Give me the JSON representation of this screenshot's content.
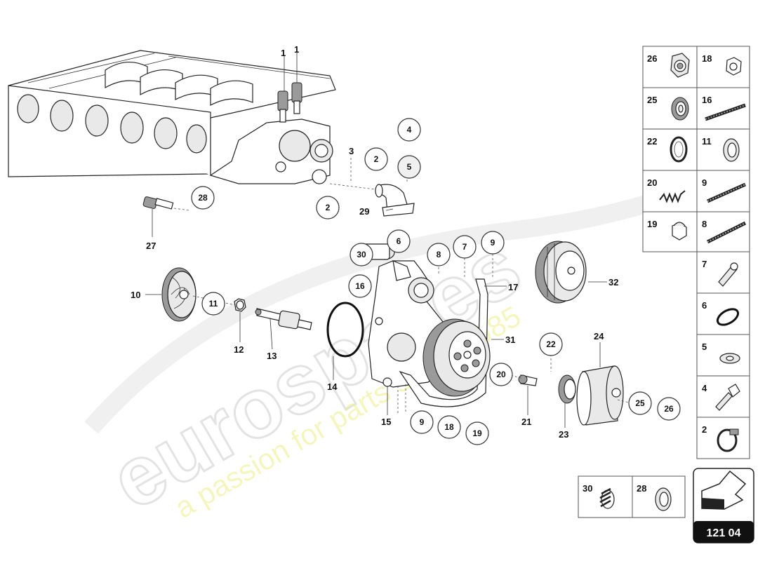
{
  "watermark": {
    "brand": "eurospares",
    "tagline": "a passion for parts since 1985"
  },
  "diagram_number": "121 04",
  "callouts_plain": [
    {
      "id": "lbl-1a",
      "text": "1"
    },
    {
      "id": "lbl-1b",
      "text": "1"
    },
    {
      "id": "lbl-3",
      "text": "3"
    },
    {
      "id": "lbl-27",
      "text": "27"
    },
    {
      "id": "lbl-29",
      "text": "29"
    },
    {
      "id": "lbl-10",
      "text": "10"
    },
    {
      "id": "lbl-12",
      "text": "12"
    },
    {
      "id": "lbl-13",
      "text": "13"
    },
    {
      "id": "lbl-14",
      "text": "14"
    },
    {
      "id": "lbl-15",
      "text": "15"
    },
    {
      "id": "lbl-17",
      "text": "17"
    },
    {
      "id": "lbl-31",
      "text": "31"
    },
    {
      "id": "lbl-32",
      "text": "32"
    },
    {
      "id": "lbl-24",
      "text": "24"
    },
    {
      "id": "lbl-21",
      "text": "21"
    },
    {
      "id": "lbl-23",
      "text": "23"
    }
  ],
  "callouts_circled": [
    {
      "id": "c-28",
      "text": "28"
    },
    {
      "id": "c-2a",
      "text": "2"
    },
    {
      "id": "c-2b",
      "text": "2"
    },
    {
      "id": "c-4",
      "text": "4"
    },
    {
      "id": "c-5",
      "text": "5"
    },
    {
      "id": "c-6",
      "text": "6"
    },
    {
      "id": "c-30",
      "text": "30"
    },
    {
      "id": "c-16",
      "text": "16"
    },
    {
      "id": "c-8",
      "text": "8"
    },
    {
      "id": "c-7",
      "text": "7"
    },
    {
      "id": "c-9a",
      "text": "9"
    },
    {
      "id": "c-11",
      "text": "11"
    },
    {
      "id": "c-22",
      "text": "22"
    },
    {
      "id": "c-20",
      "text": "20"
    },
    {
      "id": "c-25",
      "text": "25"
    },
    {
      "id": "c-26",
      "text": "26"
    },
    {
      "id": "c-9b",
      "text": "9"
    },
    {
      "id": "c-18",
      "text": "18"
    },
    {
      "id": "c-19",
      "text": "19"
    }
  ],
  "parts_table": [
    {
      "num": "26",
      "icon": "hex-nut-icon"
    },
    {
      "num": "18",
      "icon": "thin-nut-icon"
    },
    {
      "num": "25",
      "icon": "bearing-icon"
    },
    {
      "num": "16",
      "icon": "stud-icon"
    },
    {
      "num": "22",
      "icon": "circlip-icon"
    },
    {
      "num": "11",
      "icon": "washer-ring-icon"
    },
    {
      "num": "20",
      "icon": "spring-icon"
    },
    {
      "num": "9",
      "icon": "threaded-rod-icon"
    },
    {
      "num": "19",
      "icon": "cap-nut-icon"
    },
    {
      "num": "8",
      "icon": "long-stud-icon"
    },
    {
      "num": "7",
      "icon": "bolt-icon"
    },
    {
      "num": "6",
      "icon": "o-ring-icon"
    },
    {
      "num": "5",
      "icon": "flat-washer-icon"
    },
    {
      "num": "4",
      "icon": "cap-screw-icon"
    },
    {
      "num": "2",
      "icon": "hose-clamp-icon"
    }
  ],
  "bottom_table": [
    {
      "num": "30",
      "icon": "coil-spring-icon"
    },
    {
      "num": "28",
      "icon": "sealing-ring-icon"
    }
  ],
  "nav_icon": "next-page-arrow-icon"
}
